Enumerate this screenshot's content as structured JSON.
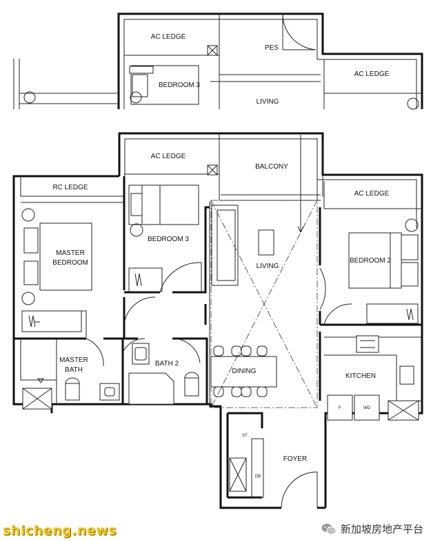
{
  "labels": {
    "top_ac_ledge_left": "AC LEDGE",
    "top_pes": "PES",
    "top_ac_ledge_right": "AC LEDGE",
    "top_bedroom3": "BEDROOM 3",
    "top_living": "LIVING",
    "ac_ledge_top": "AC LEDGE",
    "balcony": "BALCONY",
    "ac_ledge_right": "AC LEDGE",
    "rc_ledge": "RC LEDGE",
    "master_bedroom_1": "MASTER",
    "master_bedroom_2": "BEDROOM",
    "bedroom3": "BEDROOM 3",
    "living": "LIVING",
    "bedroom2": "BEDROOM 2",
    "master_bath_1": "MASTER",
    "master_bath_2": "BATH",
    "bath2": "BATH 2",
    "dining": "DINING",
    "kitchen": "KITCHEN",
    "foyer": "FOYER",
    "st": "ST",
    "db": "DB",
    "fridge": "F",
    "washer_dryer": "WD"
  },
  "watermark": {
    "site": "shicheng.news",
    "wechat": "新加坡房地产平台"
  },
  "colors": {
    "line": "#111111",
    "watermark_site": "#f3c718"
  }
}
